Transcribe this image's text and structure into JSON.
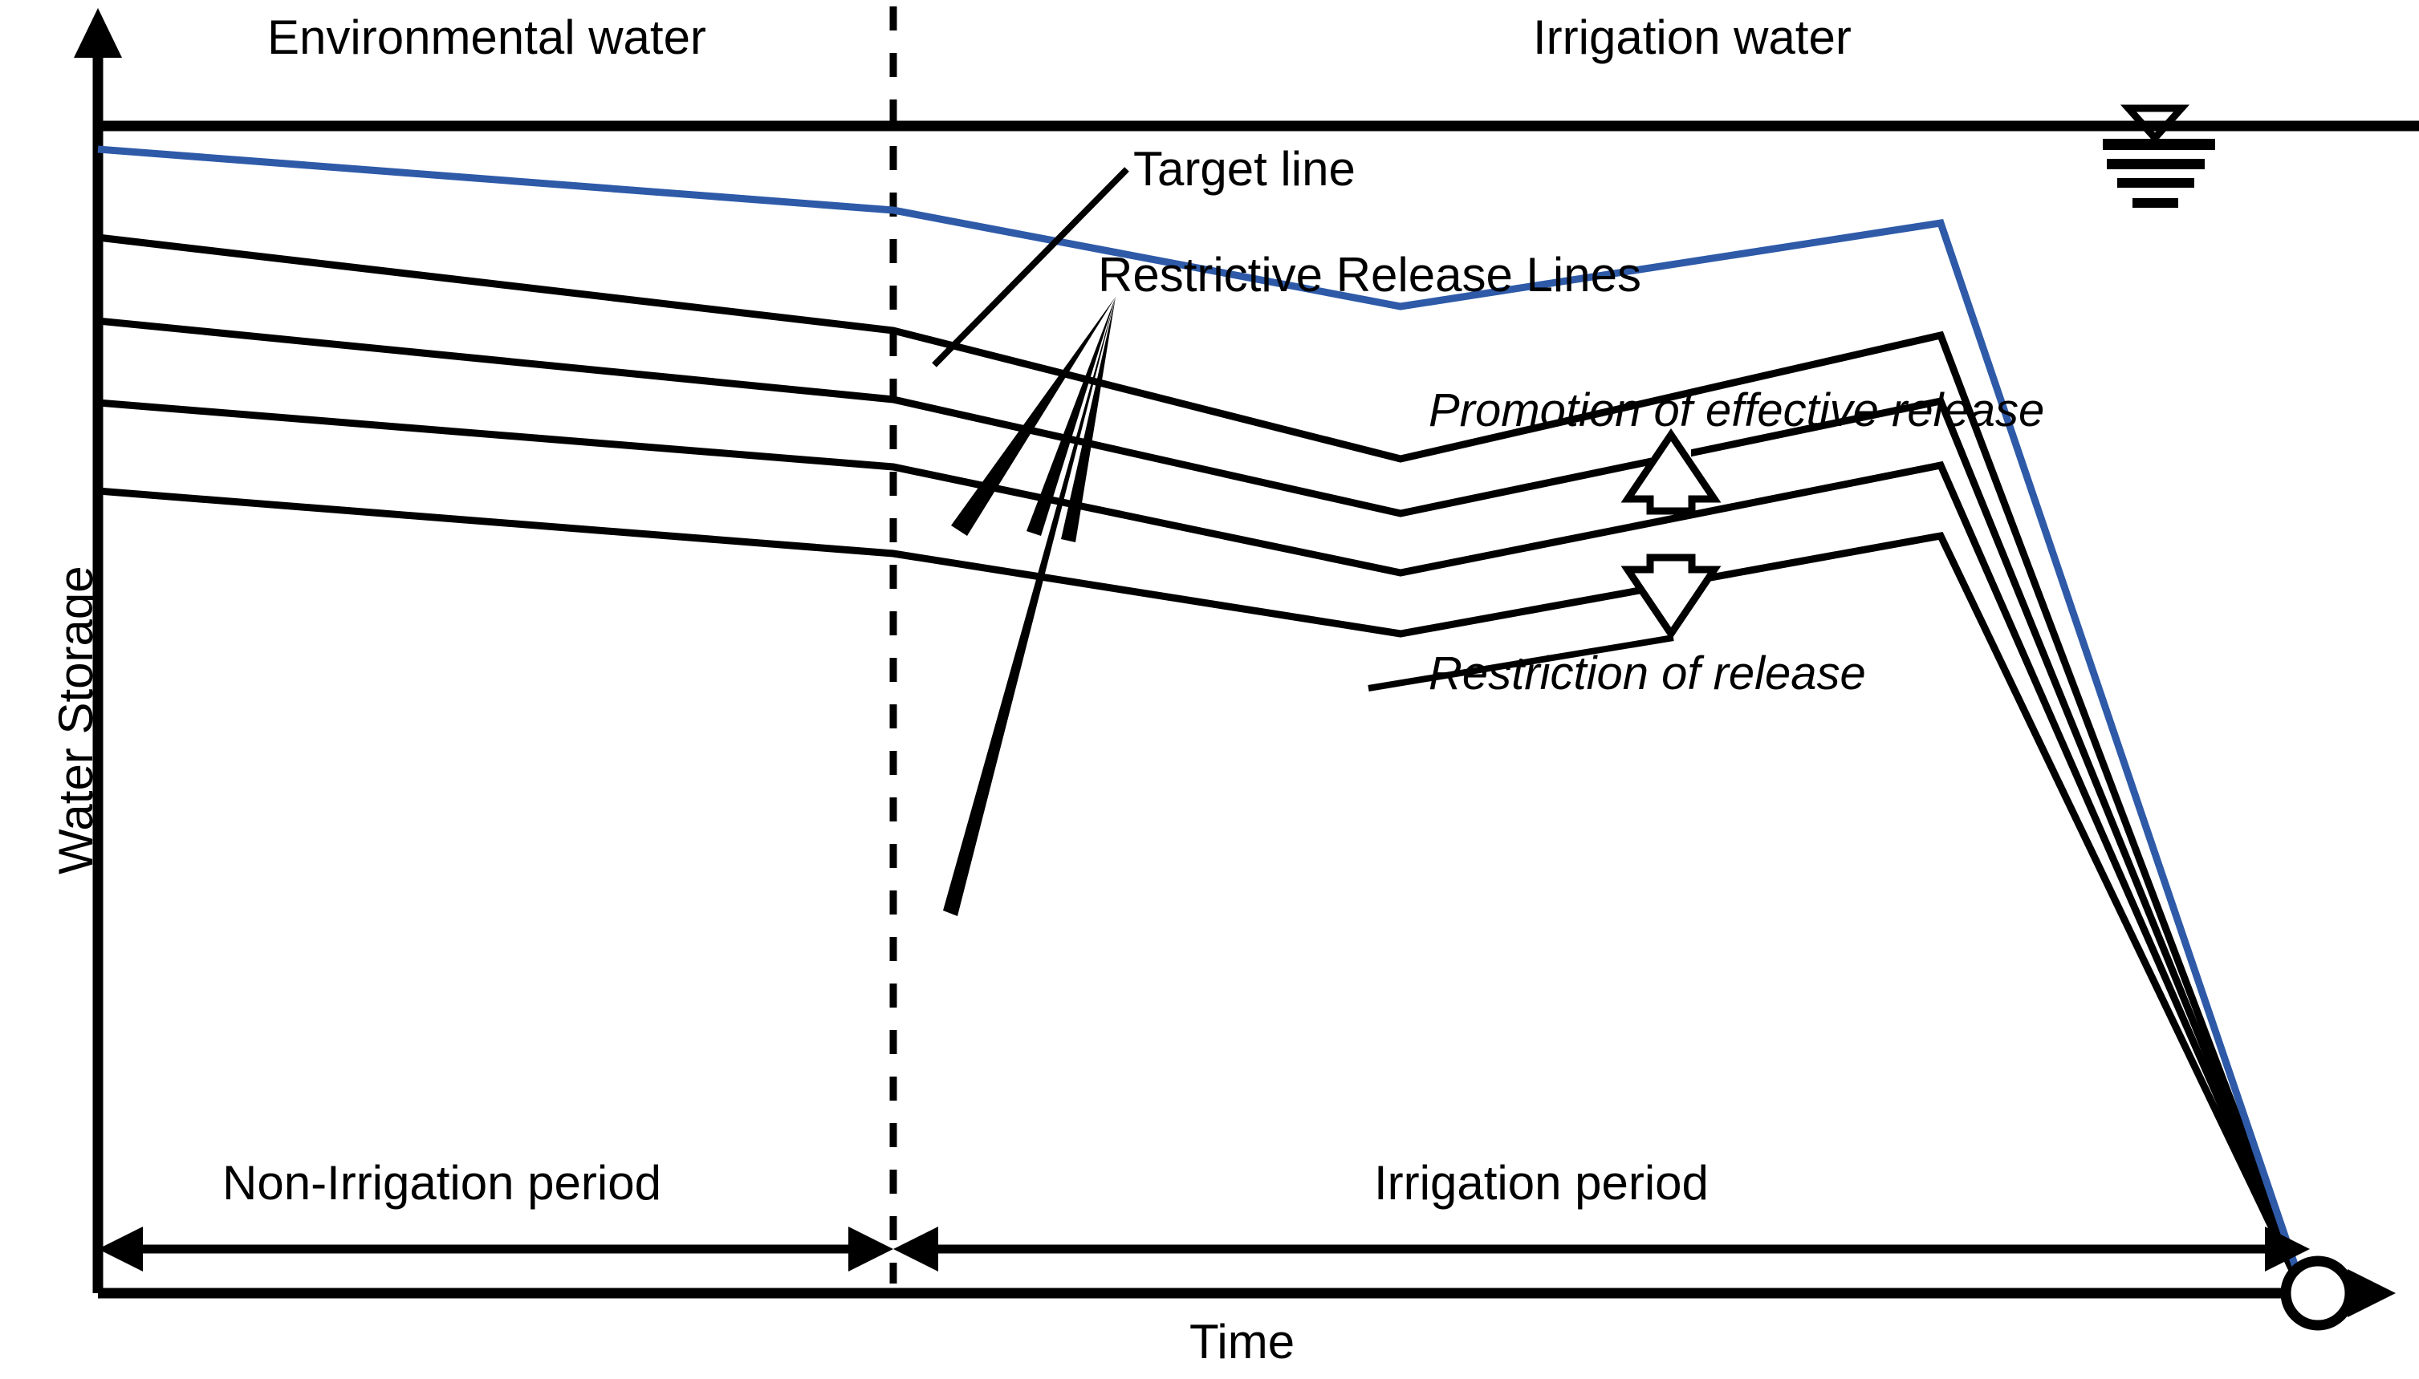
{
  "figure": {
    "type": "technical-schematic",
    "description": "Reservoir operation rule curve diagram showing target line and restrictive release lines over non-irrigation and irrigation periods"
  },
  "axes": {
    "y_label": "Water Storage",
    "x_label": "Time",
    "y_axis_arrow": "up",
    "x_axis_arrow": "right",
    "grid": false
  },
  "zones": {
    "top_left_label": "Environmental water",
    "top_right_label": "Irrigation water",
    "bottom_left_label": "Non-Irrigation period",
    "bottom_right_label": "Irrigation period"
  },
  "callouts": {
    "target_line": "Target line",
    "restrictive_release_lines": "Restrictive Release Lines",
    "promotion": "Promotion of effective release",
    "restriction": "Restriction of release"
  },
  "icons": {
    "water_level": "water-level-symbol",
    "terminus": "empty-storage-circle",
    "up_arrow": "hollow-up-arrow",
    "down_arrow": "hollow-down-arrow"
  },
  "colors": {
    "target_line": "#2E5AA8",
    "restrictive_lines": "#000000",
    "axis": "#000000",
    "background": "#FFFFFF"
  },
  "chart_data": {
    "type": "line",
    "title": "",
    "xlabel": "Time",
    "ylabel": "Water Storage",
    "xlim": [
      0,
      100
    ],
    "ylim": [
      0,
      100
    ],
    "grid": false,
    "annotations": [
      "Environmental water",
      "Irrigation water",
      "Target line",
      "Restrictive Release Lines",
      "Promotion of effective release",
      "Restriction of release",
      "Non-Irrigation period",
      "Irrigation period"
    ],
    "reference_lines": [
      {
        "name": "full-storage-level",
        "orientation": "horizontal",
        "y": 100,
        "style": "solid"
      },
      {
        "name": "period-divider",
        "orientation": "vertical",
        "x": 34,
        "style": "dashed"
      }
    ],
    "series": [
      {
        "name": "Target line",
        "color": "#2E5AA8",
        "x": [
          0,
          34,
          56,
          79,
          100
        ],
        "y": [
          98,
          88,
          78,
          88,
          0
        ]
      },
      {
        "name": "Restrictive Release Line 1",
        "color": "#000000",
        "x": [
          0,
          34,
          56,
          79,
          100
        ],
        "y": [
          89,
          79,
          69,
          79,
          0
        ]
      },
      {
        "name": "Restrictive Release Line 2",
        "color": "#000000",
        "x": [
          0,
          34,
          56,
          79,
          100
        ],
        "y": [
          82,
          72,
          62,
          72,
          0
        ]
      },
      {
        "name": "Restrictive Release Line 3",
        "color": "#000000",
        "x": [
          0,
          34,
          56,
          79,
          100
        ],
        "y": [
          75,
          65,
          55,
          65,
          0
        ]
      },
      {
        "name": "Restrictive Release Line 4",
        "color": "#000000",
        "x": [
          0,
          34,
          56,
          79,
          100
        ],
        "y": [
          68,
          58,
          48,
          58,
          0
        ]
      }
    ],
    "period_spans": [
      {
        "label": "Non-Irrigation period",
        "from": 0,
        "to": 34
      },
      {
        "label": "Irrigation period",
        "from": 34,
        "to": 100
      }
    ]
  }
}
